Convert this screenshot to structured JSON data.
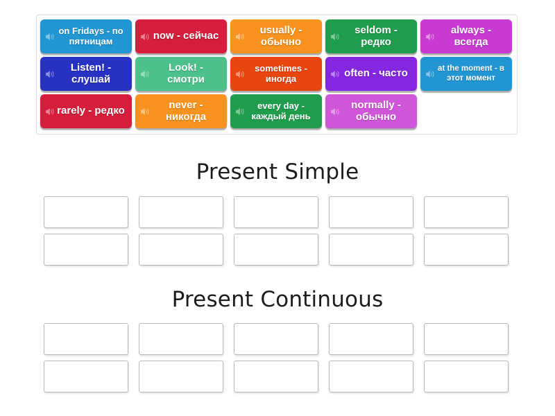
{
  "tile_bank": {
    "name": "word-bank",
    "speaker_icon": "speaker-icon",
    "rows": [
      [
        {
          "label": "on Fridays - по пятницам",
          "color": "#2196d3",
          "size": "med"
        },
        {
          "label": "now - сейчас",
          "color": "#d41e3c",
          "size": "normal"
        },
        {
          "label": "usually - обычно",
          "color": "#f7931e",
          "size": "normal"
        },
        {
          "label": "seldom - редко",
          "color": "#1f9d4d",
          "size": "normal"
        },
        {
          "label": "always - всегда",
          "color": "#c93ad3",
          "size": "normal"
        }
      ],
      [
        {
          "label": "Listen! - слушай",
          "color": "#2832c2",
          "size": "normal"
        },
        {
          "label": "Look! - смотри",
          "color": "#4bc18b",
          "size": "normal"
        },
        {
          "label": "sometimes - иногда",
          "color": "#e8450f",
          "size": "med"
        },
        {
          "label": "often - часто",
          "color": "#8526e0",
          "size": "normal"
        },
        {
          "label": "at the moment - в этот момент",
          "color": "#2196d3",
          "size": "small"
        }
      ],
      [
        {
          "label": "rarely - редко",
          "color": "#d41e3c",
          "size": "normal"
        },
        {
          "label": "never - никогда",
          "color": "#f7931e",
          "size": "normal"
        },
        {
          "label": "every day - каждый день",
          "color": "#1f9d4d",
          "size": "med"
        },
        {
          "label": "normally - обычно",
          "color": "#cf56d8",
          "size": "normal"
        },
        {
          "label": "",
          "color": "transparent",
          "size": "empty"
        }
      ]
    ]
  },
  "categories": [
    {
      "title": "Present Simple",
      "rows": [
        [
          "",
          "",
          "",
          "",
          ""
        ],
        [
          "",
          "",
          "",
          "",
          ""
        ]
      ]
    },
    {
      "title": "Present Continuous",
      "rows": [
        [
          "",
          "",
          "",
          "",
          ""
        ],
        [
          "",
          "",
          "",
          "",
          ""
        ]
      ]
    }
  ]
}
